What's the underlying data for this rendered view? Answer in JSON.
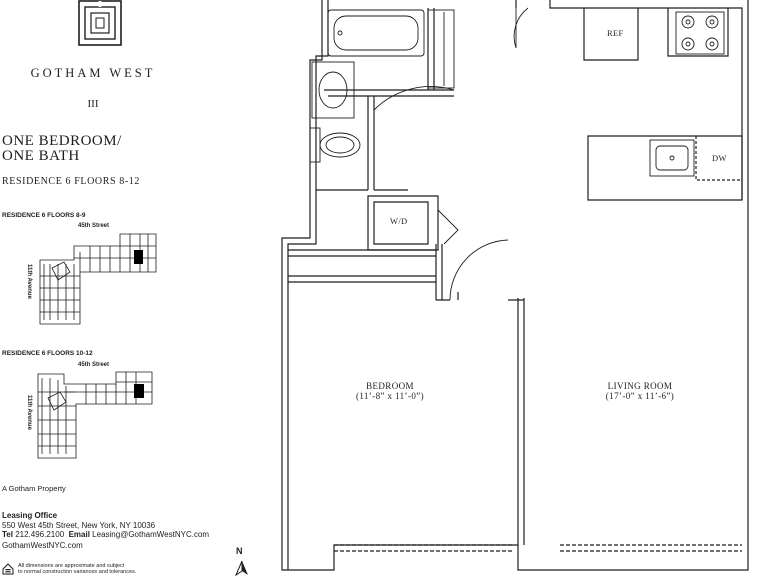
{
  "brand": {
    "name": "GOTHAM WEST",
    "roman_numeral": "III"
  },
  "unit": {
    "title_line1": "ONE BEDROOM/",
    "title_line2": "ONE BATH",
    "residence": "RESIDENCE 6 FLOORS 8-12"
  },
  "key_plans": [
    {
      "label": "RESIDENCE 6 FLOORS 8-9",
      "street": "45th Street",
      "avenue": "11th Avenue"
    },
    {
      "label": "RESIDENCE 6 FLOORS 10-12",
      "street": "45th Street",
      "avenue": "11th Avenue"
    }
  ],
  "footer": {
    "property": "A Gotham Property",
    "leasing_title": "Leasing Office",
    "address": "550 West 45th Street, New York, NY 10036",
    "tel_label": "Tel",
    "tel": "212.496.2100",
    "email_label": "Email",
    "email": "Leasing@GothamWestNYC.com",
    "website": "GothamWestNYC.com",
    "disclaimer_line1": "All dimensions are approximate and subject",
    "disclaimer_line2": "to normal construction variances and tolerances."
  },
  "north": "N",
  "rooms": {
    "bedroom": {
      "name": "BEDROOM",
      "dims": "(11’-8” x 11’-0”)"
    },
    "living": {
      "name": "LIVING ROOM",
      "dims": "(17’-0” x 11’-6”)"
    }
  },
  "fixtures": {
    "ref": "REF",
    "dw": "DW",
    "wd": "W/D"
  },
  "colors": {
    "ink": "#1e1e1e",
    "highlight": "#000000"
  }
}
